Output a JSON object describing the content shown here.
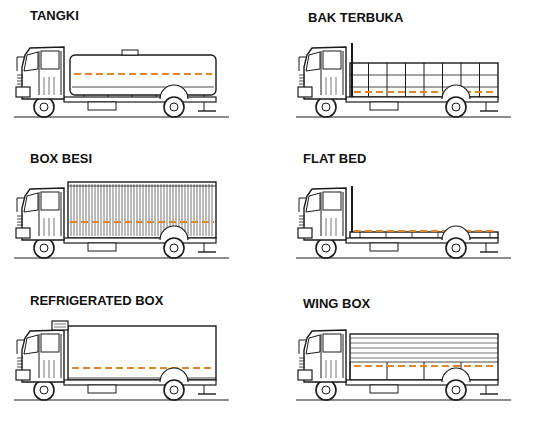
{
  "diagram": {
    "labels": [
      "TANGKI",
      "BAK TERBUKA",
      "BOX BESI",
      "FLAT BED",
      "REFRIGERATED BOX",
      "WING BOX"
    ]
  }
}
